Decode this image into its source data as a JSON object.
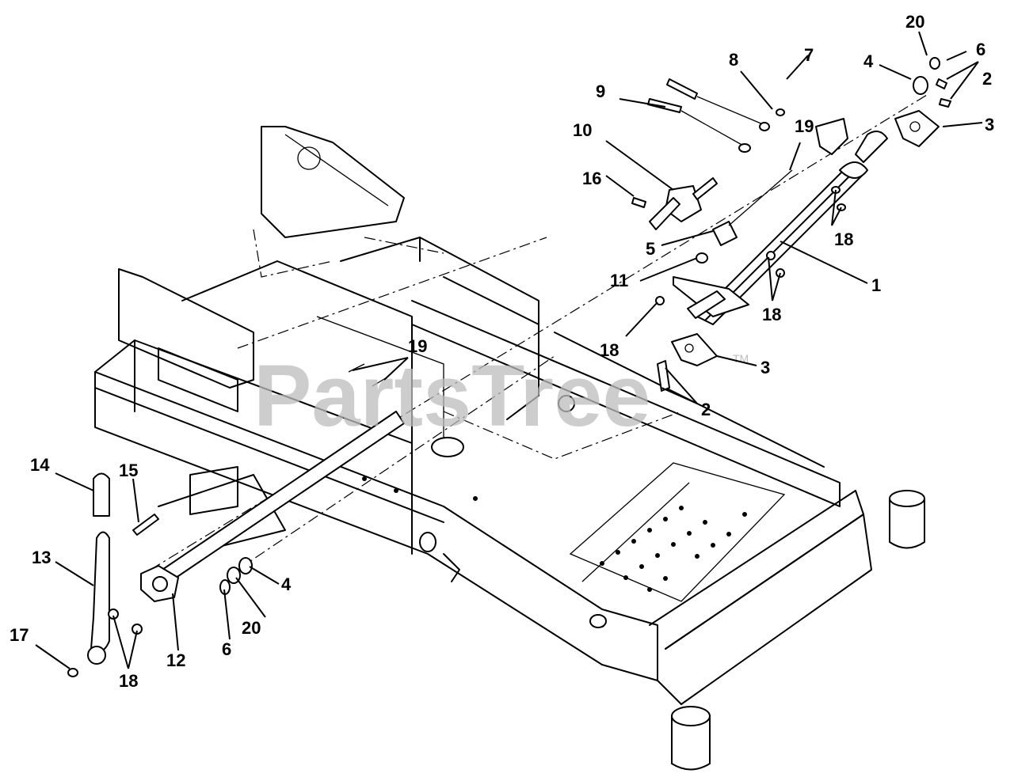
{
  "watermark": {
    "text": "PartsTree",
    "trademark": "TM"
  },
  "callouts": {
    "c1": "1",
    "c2a": "2",
    "c2b": "2",
    "c3a": "3",
    "c3b": "3",
    "c4a": "4",
    "c4b": "4",
    "c5": "5",
    "c6a": "6",
    "c6b": "6",
    "c7": "7",
    "c8": "8",
    "c9": "9",
    "c10": "10",
    "c11": "11",
    "c12": "12",
    "c13": "13",
    "c14": "14",
    "c15": "15",
    "c16": "16",
    "c17": "17",
    "c18a": "18",
    "c18b": "18",
    "c18c": "18",
    "c18d": "18",
    "c19a": "19",
    "c19b": "19",
    "c20a": "20",
    "c20b": "20"
  }
}
